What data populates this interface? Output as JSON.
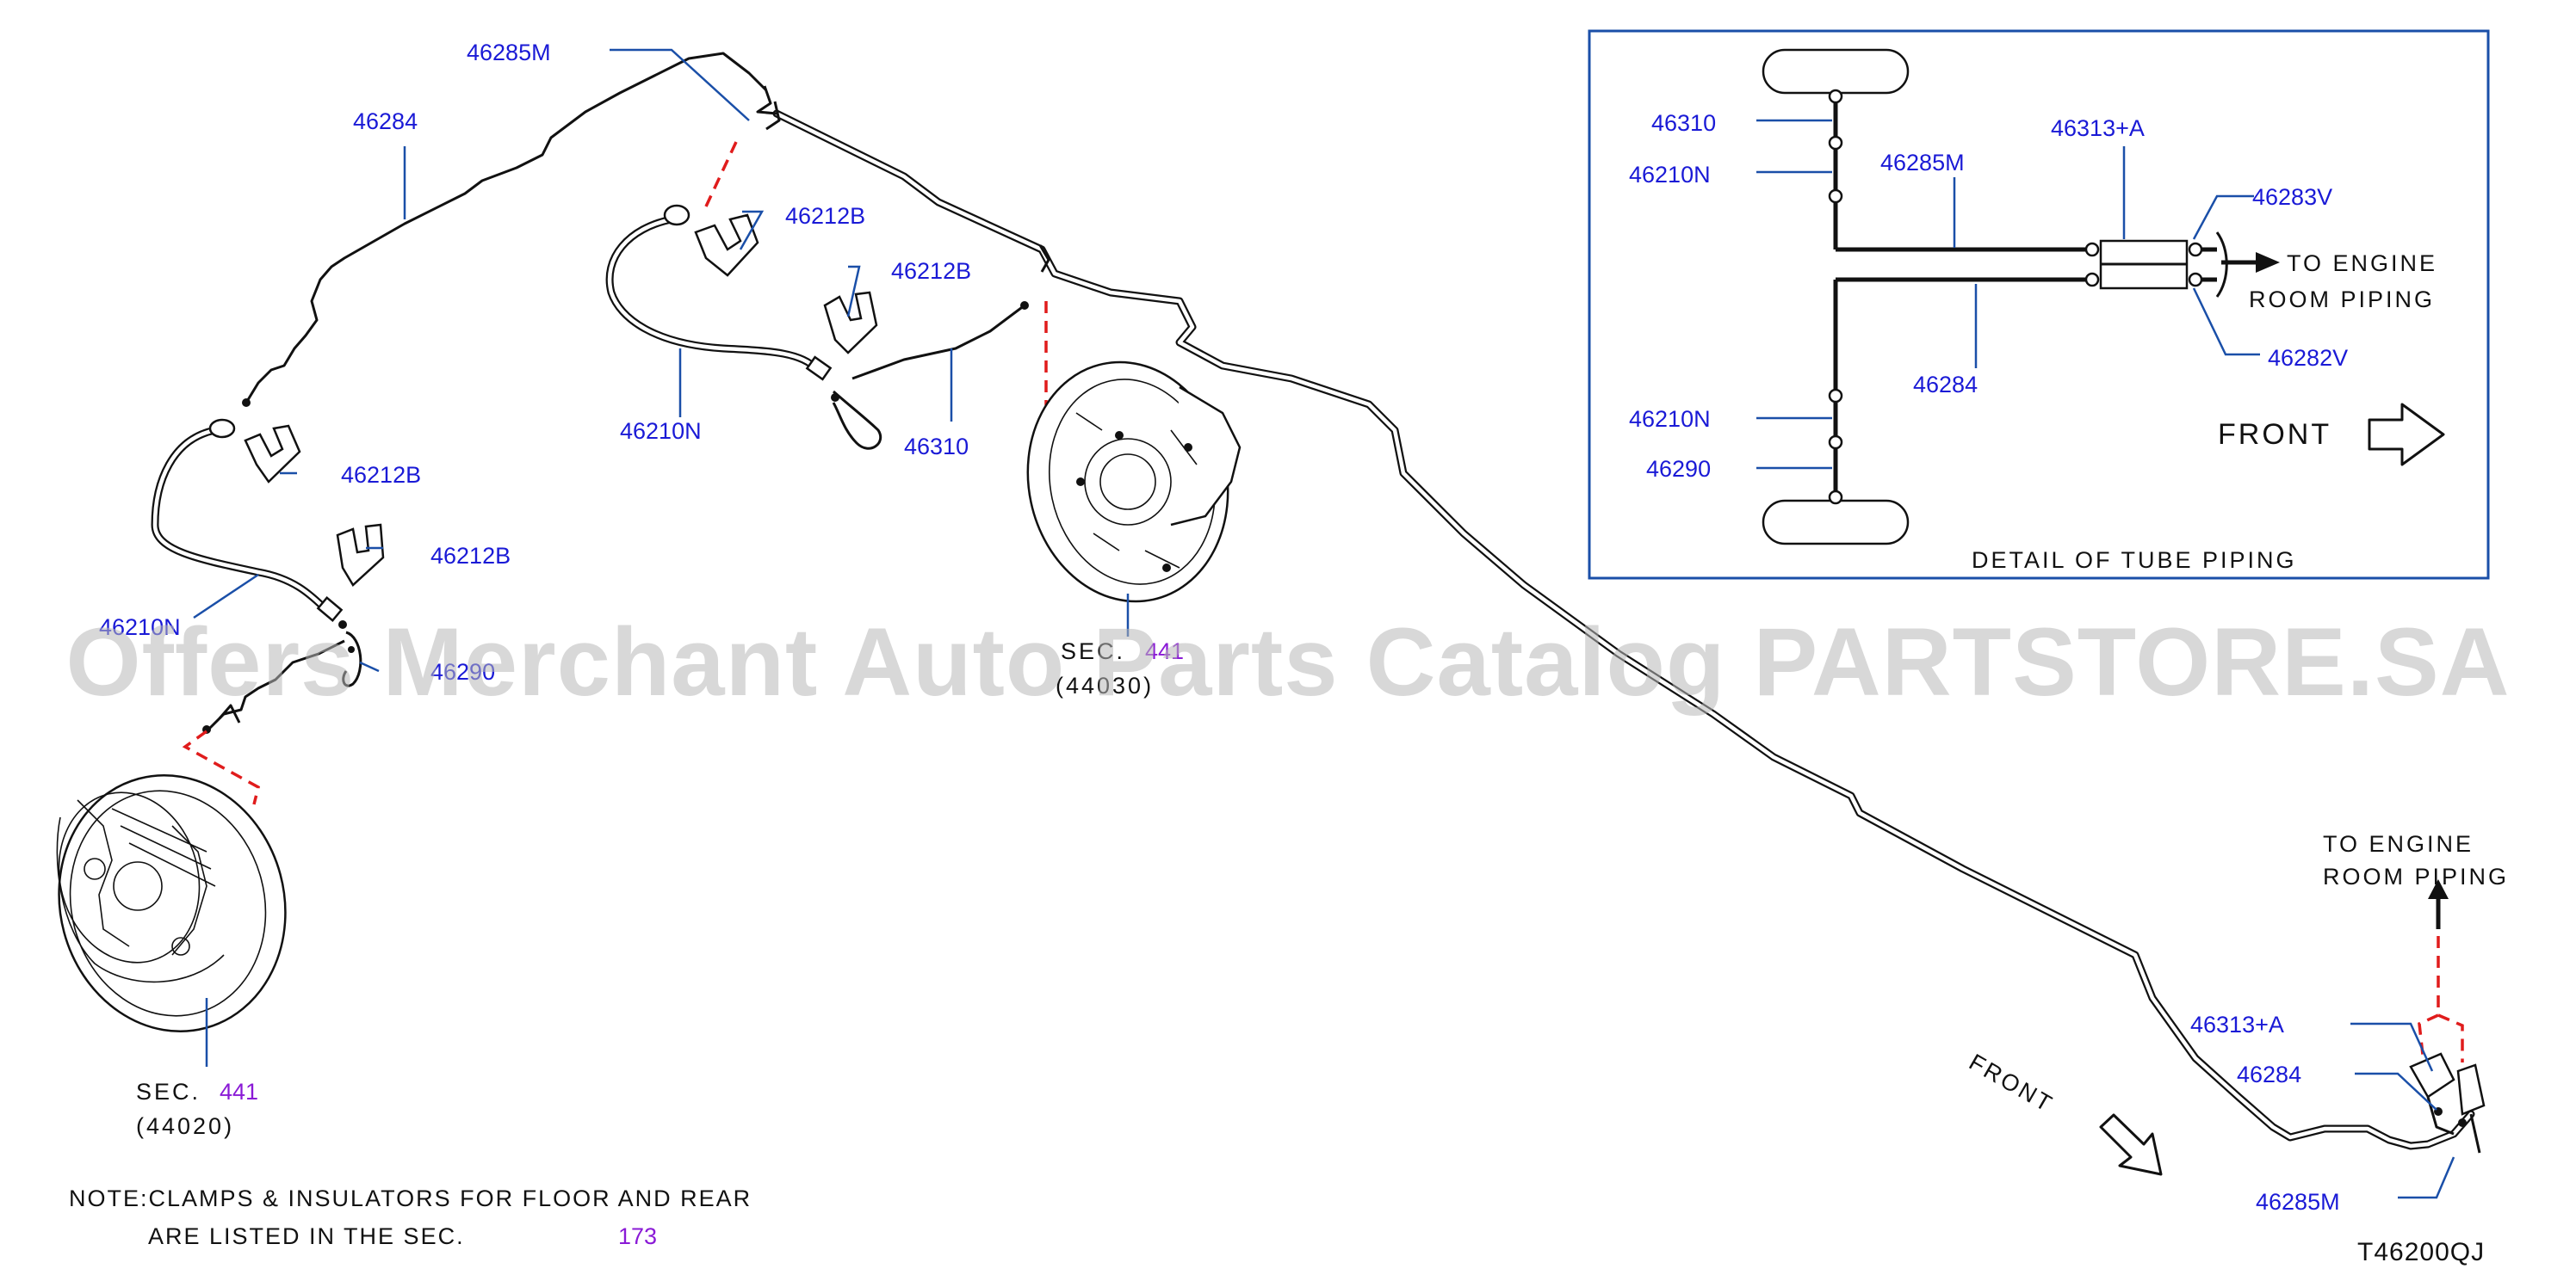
{
  "diagram_code": "T46200QJ",
  "watermark": "Offers Merchant Auto Parts Catalog PARTSTORE.SA",
  "labels": {
    "p46285M_top": "46285M",
    "p46284_top": "46284",
    "p46212B_1": "46212B",
    "p46212B_2": "46212B",
    "p46212B_3": "46212B",
    "p46212B_4": "46212B",
    "p46210N_mid": "46210N",
    "p46310_mid": "46310",
    "p46210N_left": "46210N",
    "p46290_left": "46290",
    "sec_left_prefix": "SEC.",
    "sec_left_num": "441",
    "sec_left_code": "(44020)",
    "sec_mid_prefix": "SEC.",
    "sec_mid_num": "441",
    "sec_mid_code": "(44030)",
    "p46313A_right": "46313+A",
    "p46284_right": "46284",
    "p46285M_right": "46285M",
    "to_engine_1": "TO  ENGINE",
    "to_engine_2": "ROOM  PIPING",
    "front_main": "FRONT"
  },
  "note": {
    "line1": "NOTE:CLAMPS  &  INSULATORS  FOR  FLOOR  AND  REAR",
    "line2_prefix": "ARE  LISTED  IN  THE  SEC.",
    "line2_num": "173"
  },
  "detail": {
    "title": "DETAIL  OF  TUBE  PIPING",
    "p46310": "46310",
    "p46210N_top": "46210N",
    "p46285M": "46285M",
    "p46313A": "46313+A",
    "p46283V": "46283V",
    "p46282V": "46282V",
    "p46284": "46284",
    "p46210N_bottom": "46210N",
    "p46290": "46290",
    "to_engine_1": "TO  ENGINE",
    "to_engine_2": "ROOM  PIPING",
    "front": "FRONT"
  }
}
